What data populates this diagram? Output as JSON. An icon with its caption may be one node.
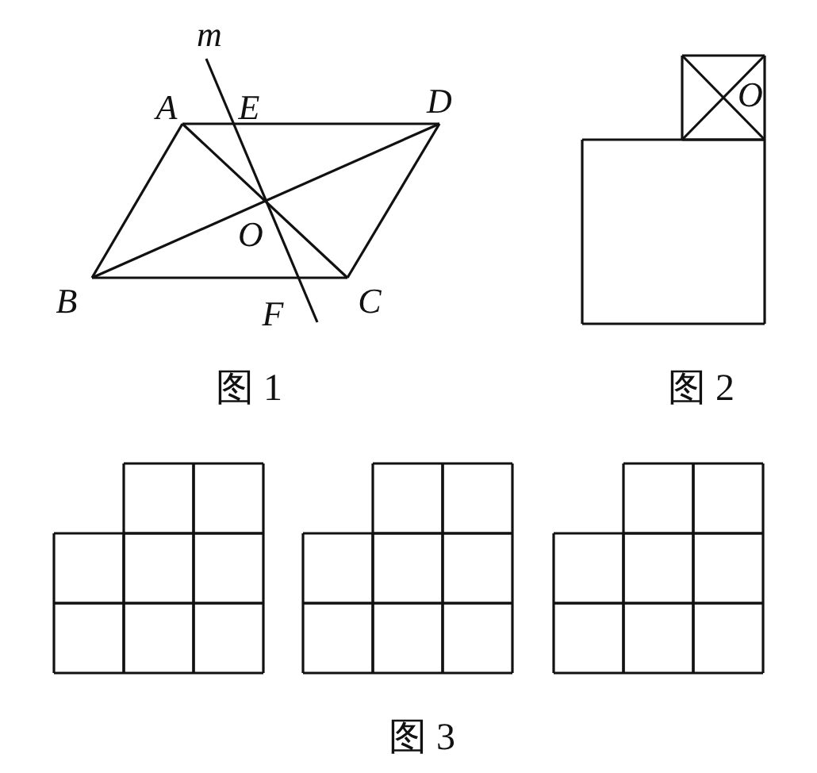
{
  "diagram": {
    "labels": [
      "m",
      "A",
      "E",
      "D",
      "O",
      "B",
      "F",
      "C",
      "图 1",
      "O",
      "图 2",
      "图 3"
    ]
  }
}
